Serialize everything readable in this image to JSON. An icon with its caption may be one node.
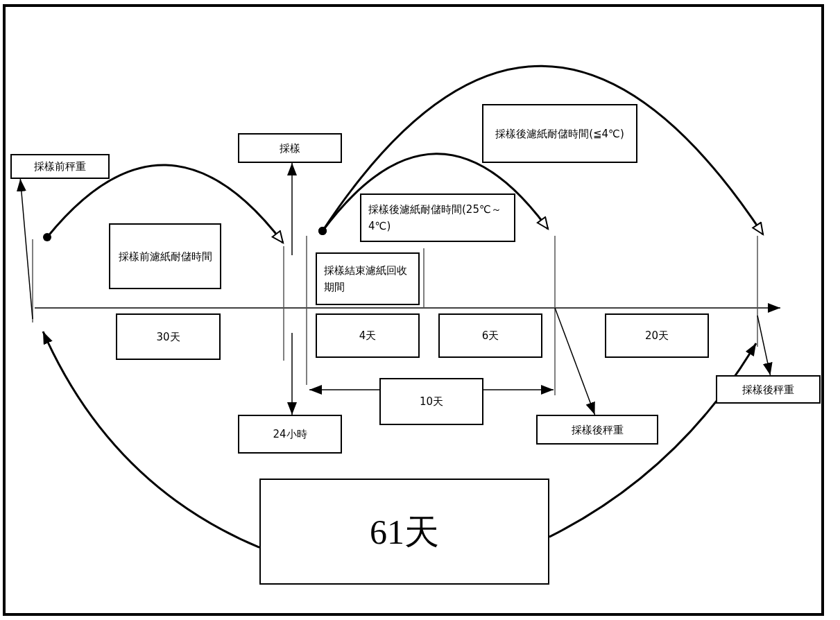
{
  "diagram": {
    "nodes": [
      {
        "text": [
          "採樣前秤重"
        ]
      },
      {
        "text": [
          "採樣前濾紙耐儲時間"
        ]
      },
      {
        "text": [
          "採樣"
        ]
      },
      {
        "text": [
          "採樣後濾紙耐儲時間(≦4℃)"
        ]
      },
      {
        "text": [
          "採樣後濾紙耐儲時間(25℃～4℃)"
        ]
      },
      {
        "text": [
          "採樣結束濾紙回收期間"
        ]
      },
      {
        "text": [
          "30天"
        ]
      },
      {
        "text": [
          "4天"
        ]
      },
      {
        "text": [
          "6天"
        ]
      },
      {
        "text": [
          "20天"
        ]
      },
      {
        "text": [
          "24小時"
        ]
      },
      {
        "text": [
          "10天"
        ]
      },
      {
        "text": [
          "採樣後秤重"
        ]
      },
      {
        "text": [
          "採樣後秤重"
        ]
      },
      {
        "text": [
          "61天"
        ]
      }
    ],
    "edges": [
      {
        "from": 14,
        "to": null,
        "arrow": "to"
      },
      {
        "from": 14,
        "to": null,
        "arrow": "to"
      },
      {
        "from": null,
        "to": 0,
        "arrow": "to"
      },
      {
        "from": null,
        "to": 2,
        "arrow": "to"
      },
      {
        "from": null,
        "to": 10,
        "arrow": "to"
      },
      {
        "from": 11,
        "to": null,
        "arrow": "to"
      },
      {
        "from": 11,
        "to": null,
        "arrow": "to"
      },
      {
        "from": null,
        "to": 12,
        "arrow": "to"
      },
      {
        "from": null,
        "to": 13,
        "arrow": "to"
      }
    ]
  }
}
